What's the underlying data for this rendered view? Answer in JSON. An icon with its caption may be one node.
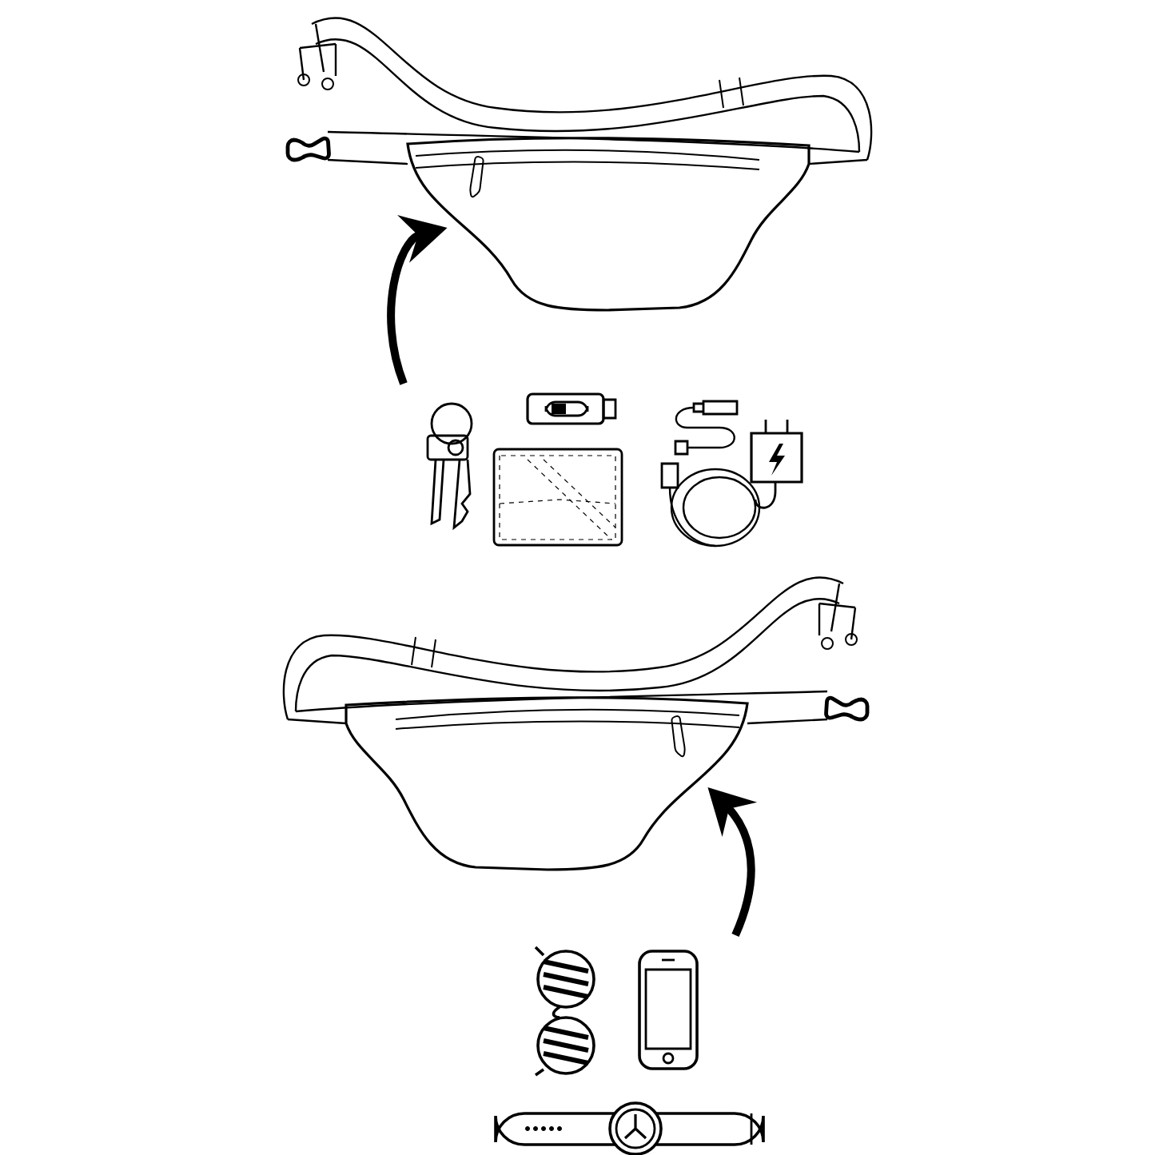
{
  "diagram": {
    "nodes": [
      {
        "text": [],
        "shape": "picture"
      },
      {
        "text": [],
        "shape": "picture"
      },
      {
        "text": [],
        "shape": "picture"
      },
      {
        "text": [],
        "shape": "picture"
      },
      {
        "text": [],
        "shape": "picture"
      },
      {
        "text": [],
        "shape": "picture"
      },
      {
        "text": [],
        "shape": "picture"
      },
      {
        "text": [],
        "shape": "picture"
      },
      {
        "text": [],
        "shape": "picture"
      }
    ],
    "edges": [
      {
        "from": null,
        "to": 0,
        "arrow": "to"
      },
      {
        "from": null,
        "to": 5,
        "arrow": "to"
      }
    ]
  }
}
